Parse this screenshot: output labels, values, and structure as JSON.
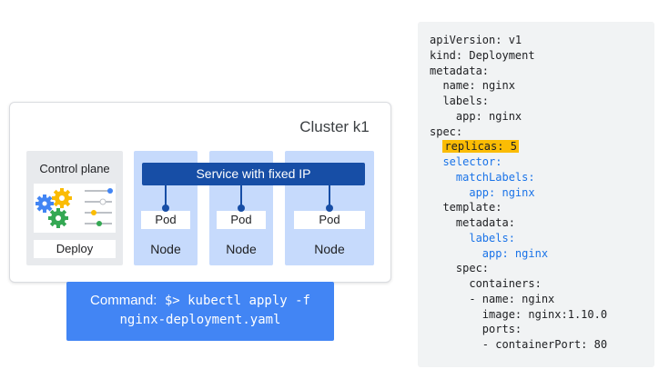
{
  "cluster": {
    "title": "Cluster k1"
  },
  "control_plane": {
    "title": "Control plane",
    "deploy_label": "Deploy"
  },
  "service": {
    "label": "Service with fixed IP"
  },
  "nodes": [
    {
      "pod": "Pod",
      "label": "Node"
    },
    {
      "pod": "Pod",
      "label": "Node"
    },
    {
      "pod": "Pod",
      "label": "Node"
    }
  ],
  "command": {
    "prefix": "Command:",
    "line1": " $> kubectl apply -f",
    "line2": "nginx-deployment.yaml"
  },
  "colors": {
    "service": "#174ea6",
    "node": "#c6dafc",
    "command": "#4285f4",
    "highlight": "#fbbc04",
    "yaml_blue": "#1a73e8",
    "gear_yellow": "#fbbc04",
    "gear_blue": "#4285f4",
    "gear_green": "#34a853"
  },
  "yaml": {
    "lines": [
      "apiVersion: v1",
      "kind: Deployment",
      "metadata:",
      "  name: nginx",
      "  labels:",
      "    app: nginx",
      "spec:",
      "  replicas: 5",
      "  selector:",
      "    matchLabels:",
      "      app: nginx",
      "  template:",
      "    metadata:",
      "      labels:",
      "        app: nginx",
      "    spec:",
      "      containers:",
      "      - name: nginx",
      "        image: nginx:1.10.0",
      "        ports:",
      "        - containerPort: 80"
    ],
    "highlighted_line": "  replicas: 5",
    "blue_lines": [
      "  selector:",
      "    matchLabels:",
      "      app: nginx",
      "      labels:",
      "        app: nginx"
    ]
  }
}
